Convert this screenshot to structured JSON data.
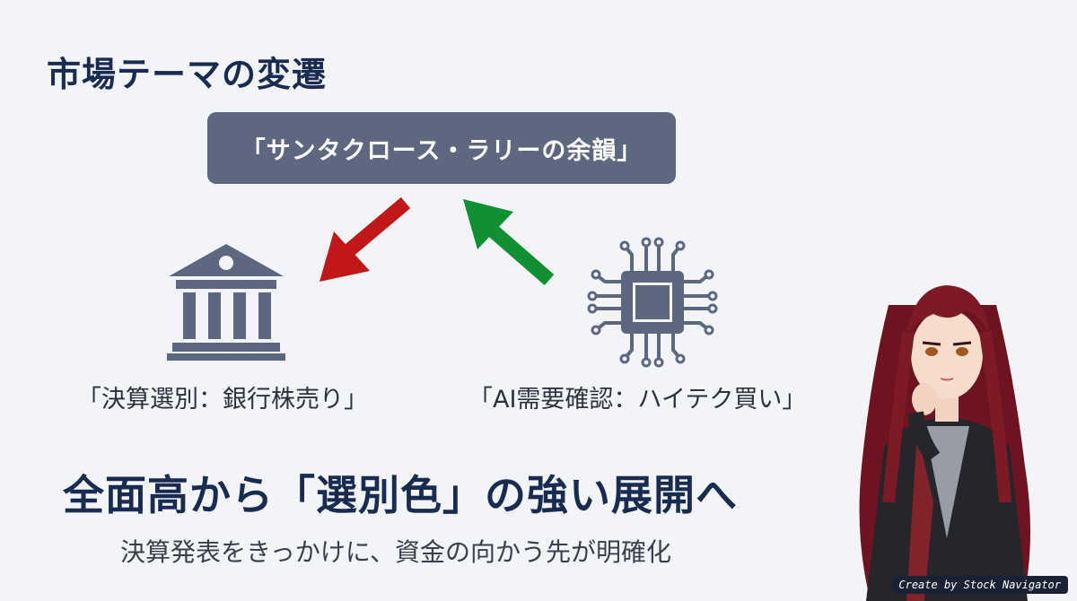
{
  "slide": {
    "title": "市場テーマの変遷",
    "theme_box": "「サンタクロース・ラリーの余韻」",
    "left_caption": "「決算選別：銀行株売り」",
    "right_caption": "「AI需要確認：ハイテク買い」",
    "headline": "全面高から「選別色」の強い展開へ",
    "subline": "決算発表をきっかけに、資金の向かう先が明確化",
    "credit": "Create by Stock Navigator"
  },
  "icons": {
    "bank": "bank-icon",
    "chip": "microchip-icon",
    "down_arrow": "red-arrow-icon",
    "up_arrow": "green-arrow-icon"
  },
  "colors": {
    "title": "#1a2b52",
    "theme_box": "#5d6880",
    "red_arrow": "#c01818",
    "green_arrow": "#109033",
    "icon": "#5d6880"
  }
}
